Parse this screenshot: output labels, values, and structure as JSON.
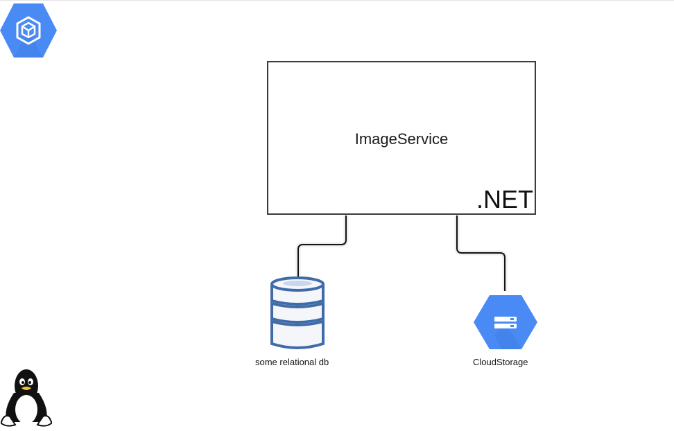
{
  "service": {
    "title": "ImageService",
    "tag": ".NET"
  },
  "database": {
    "label": "some relational db",
    "icon": "database-icon"
  },
  "storage": {
    "label": "CloudStorage",
    "icon": "cloud-storage-icon",
    "color": "#4a8af4"
  },
  "engine_logo": {
    "icon": "gcp-engine-icon",
    "color": "#4a8af4"
  },
  "linux_logo": {
    "icon": "linux-tux-icon"
  }
}
